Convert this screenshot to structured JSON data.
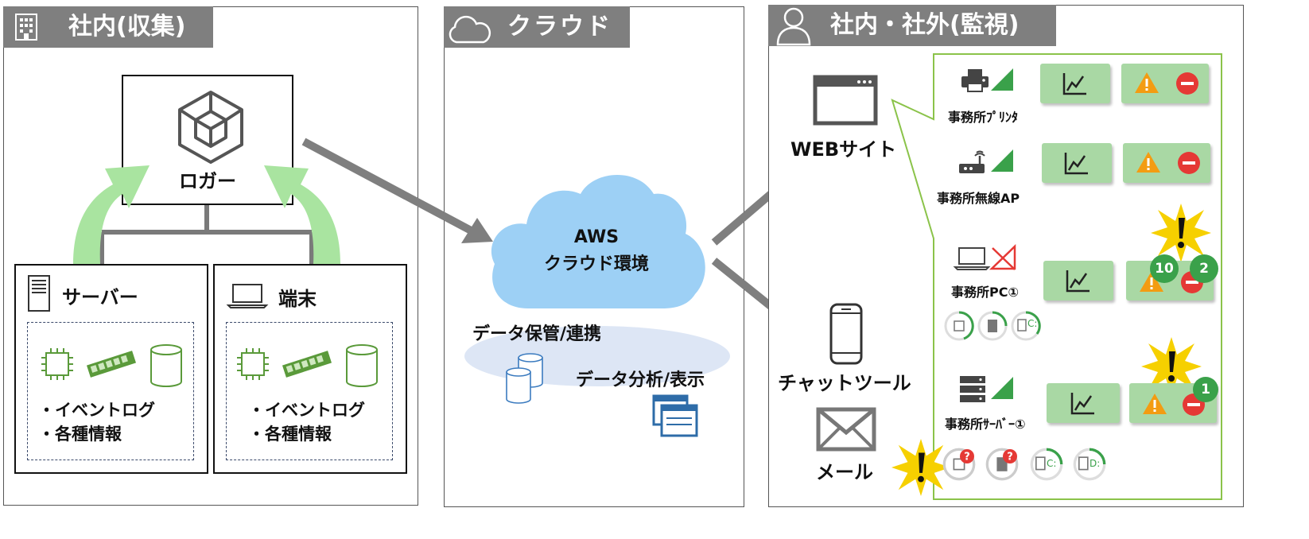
{
  "panels": {
    "internal": {
      "title": "社内(収集)"
    },
    "cloud": {
      "title": "クラウド"
    },
    "monitor": {
      "title": "社内・社外(監視)"
    }
  },
  "logger": {
    "label": "ロガー"
  },
  "server_box": {
    "title": "サーバー",
    "items": [
      "・イベントログ",
      "・各種情報"
    ]
  },
  "terminal_box": {
    "title": "端末",
    "items": [
      "・イベントログ",
      "・各種情報"
    ]
  },
  "aws": {
    "line1": "AWS",
    "line2": "クラウド環境"
  },
  "cloud_labels": {
    "storage": "データ保管/連携",
    "analysis": "データ分析/表示"
  },
  "outputs": {
    "web": "WEBサイト",
    "chat": "チャットツール",
    "mail": "メール"
  },
  "devices": [
    {
      "name": "事務所ﾌﾟﾘﾝﾀ"
    },
    {
      "name": "事務所無線AP"
    },
    {
      "name": "事務所PC①",
      "warn_count": "10",
      "err_count": "2"
    },
    {
      "name": "事務所ｻｰﾊﾞｰ①",
      "err_count": "1"
    }
  ],
  "drives": {
    "c": "C:",
    "d": "D:"
  },
  "colors": {
    "header": "#7f7f7f",
    "green_button": "#a9d8a4",
    "cloud": "#9dd0f5",
    "arrow_green": "#a9e4a0",
    "alert_yellow": "#f6d000",
    "monitor_border": "#8bc34a"
  }
}
